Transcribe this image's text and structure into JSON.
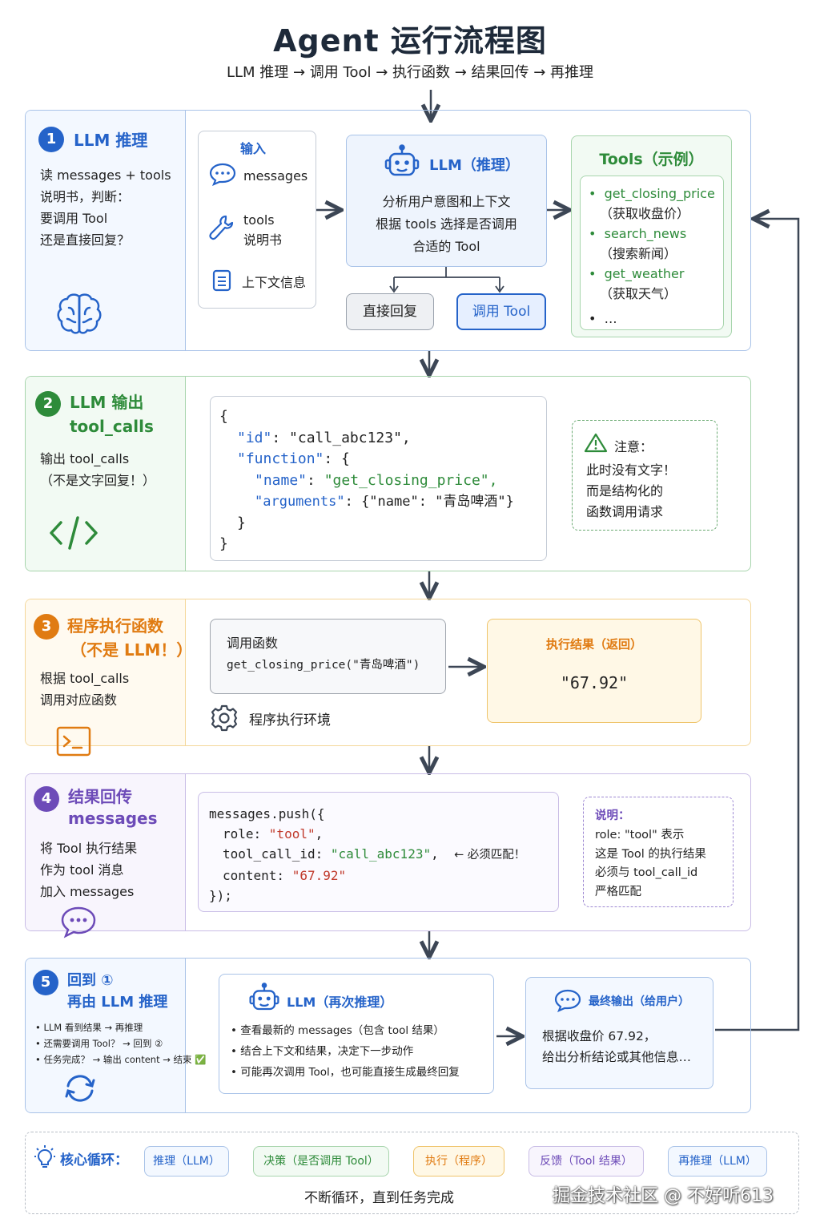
{
  "title": "Agent 运行流程图",
  "subtitle": "LLM 推理 → 调用 Tool → 执行函数 → 结果回传 → 再推理",
  "s1": {
    "num": "1",
    "title": "LLM 推理",
    "desc": [
      "读 messages + tools",
      "说明书，判断：",
      "要调用 Tool",
      "还是直接回复？"
    ],
    "input_title": "输入",
    "input_messages": "messages",
    "input_tools_1": "tools",
    "input_tools_2": "说明书",
    "input_context": "上下文信息",
    "llm_title": "LLM（推理）",
    "llm_lines": [
      "分析用户意图和上下文",
      "根据 tools 选择是否调用",
      "合适的 Tool"
    ],
    "reply_direct": "直接回复",
    "call_tool": "调用 Tool",
    "tools_title": "Tools（示例）",
    "tools": [
      {
        "name": "get_closing_price",
        "desc": "（获取收盘价）"
      },
      {
        "name": "search_news",
        "desc": "（搜索新闻）"
      },
      {
        "name": "get_weather",
        "desc": "（获取天气）"
      },
      {
        "name": "…",
        "desc": ""
      }
    ]
  },
  "s2": {
    "num": "2",
    "title1": "LLM 输出",
    "title2": "tool_calls",
    "desc": [
      "输出 tool_calls",
      "（不是文字回复！）"
    ],
    "code": {
      "open": "{",
      "id_key": "\"id\"",
      "id_val": "\"call_abc123\",",
      "fn_key": "\"function\"",
      "fn_open": ": {",
      "name_key": "\"name\"",
      "name_val": "\"get_closing_price\",",
      "args_key": "\"arguments\"",
      "args_val": ": {\"name\": \"青岛啤酒\"}",
      "inner_close": "}",
      "close": "}"
    },
    "note_title": "注意：",
    "note_lines": [
      "此时没有文字！",
      "而是结构化的",
      "函数调用请求"
    ]
  },
  "s3": {
    "num": "3",
    "title1": "程序执行函数",
    "title2": "（不是 LLM！）",
    "desc": [
      "根据 tool_calls",
      "调用对应函数"
    ],
    "call_title": "调用函数",
    "call_code": "get_closing_price(\"青岛啤酒\")",
    "env": "程序执行环境",
    "result_title": "执行结果（返回）",
    "result_value": "\"67.92\""
  },
  "s4": {
    "num": "4",
    "title1": "结果回传",
    "title2": "messages",
    "desc": [
      "将 Tool 执行结果",
      "作为 tool 消息",
      "加入 messages"
    ],
    "code_l1": "messages.push({",
    "code_role_key": "role: ",
    "code_role_val": "\"tool\"",
    "code_id_key": "tool_call_id: ",
    "code_id_val": "\"call_abc123\"",
    "code_id_note": "← 必须匹配！",
    "code_content_key": "content: ",
    "code_content_val": "\"67.92\"",
    "code_close": "});",
    "note_title": "说明：",
    "note_lines": [
      "role: \"tool\" 表示",
      "这是 Tool 的执行结果",
      "必须与 tool_call_id",
      "严格匹配"
    ]
  },
  "s5": {
    "num": "5",
    "title1": "回到 ①",
    "title2": "再由 LLM 推理",
    "bullets": [
      "LLM 看到结果 → 再推理",
      "还需要调用 Tool？ → 回到 ②",
      "任务完成？ → 输出 content → 结束 ✅"
    ],
    "llm_title": "LLM（再次推理）",
    "llm_bullets": [
      "查看最新的 messages（包含 tool 结果）",
      "结合上下文和结果，决定下一步动作",
      "可能再次调用 Tool，也可能直接生成最终回复"
    ],
    "final_title": "最终输出（给用户）",
    "final_lines": [
      "根据收盘价 67.92，",
      "给出分析结论或其他信息…"
    ]
  },
  "loop": {
    "label": "核心循环：",
    "steps": [
      "推理（LLM）",
      "决策（是否调用 Tool）",
      "执行（程序）",
      "反馈（Tool 结果）",
      "再推理（LLM）"
    ],
    "caption": "不断循环，直到任务完成"
  },
  "watermark": "掘金技术社区 @ 不好听613",
  "colors": {
    "blue": "#2563c9",
    "green": "#2e8b3a",
    "orange": "#e07b12",
    "purple": "#6d4bb8",
    "code_string": "#2e8b3a",
    "code_key": "#2563c9",
    "code_red": "#c0392b"
  }
}
